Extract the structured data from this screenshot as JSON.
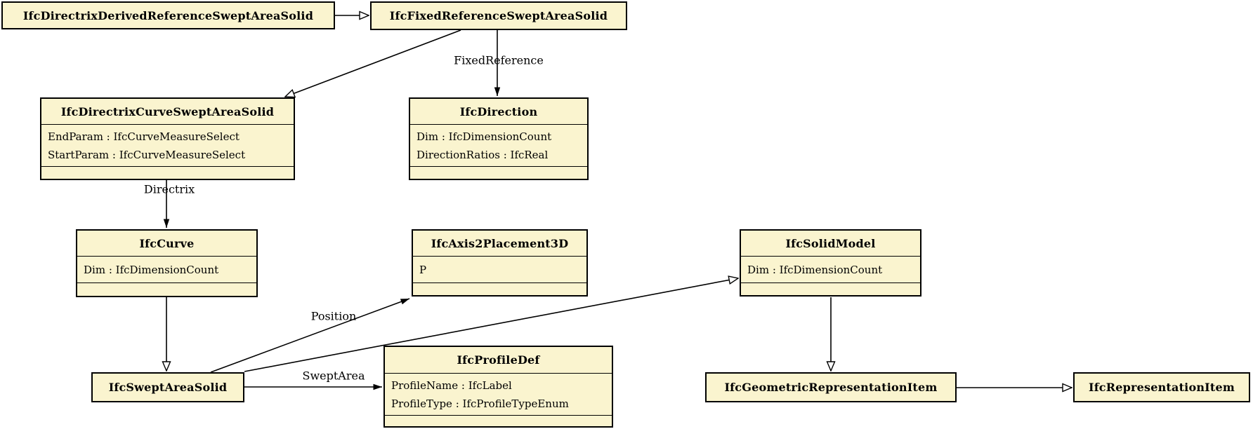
{
  "diagram_type": "UML class diagram (IFC entity inheritance and associations)",
  "colors": {
    "box_fill": "#FAF4CF",
    "box_border": "#000000",
    "line": "#000000",
    "text": "#000000",
    "background": "#FFFFFF"
  },
  "classes": {
    "directrix_derived": {
      "name": "IfcDirectrixDerivedReferenceSweptAreaSolid",
      "attributes": []
    },
    "fixed_reference": {
      "name": "IfcFixedReferenceSweptAreaSolid",
      "attributes": []
    },
    "directrix_curve": {
      "name": "IfcDirectrixCurveSweptAreaSolid",
      "attributes": [
        "EndParam : IfcCurveMeasureSelect",
        "StartParam : IfcCurveMeasureSelect"
      ]
    },
    "direction": {
      "name": "IfcDirection",
      "attributes": [
        "Dim : IfcDimensionCount",
        "DirectionRatios : IfcReal"
      ]
    },
    "curve": {
      "name": "IfcCurve",
      "attributes": [
        "Dim : IfcDimensionCount"
      ]
    },
    "axis2placement3d": {
      "name": "IfcAxis2Placement3D",
      "attributes": [
        "P"
      ]
    },
    "solid_model": {
      "name": "IfcSolidModel",
      "attributes": [
        "Dim : IfcDimensionCount"
      ]
    },
    "swept_area_solid": {
      "name": "IfcSweptAreaSolid",
      "attributes": []
    },
    "profile_def": {
      "name": "IfcProfileDef",
      "attributes": [
        "ProfileName : IfcLabel",
        "ProfileType : IfcProfileTypeEnum"
      ]
    },
    "geometric_representation_item": {
      "name": "IfcGeometricRepresentationItem",
      "attributes": []
    },
    "representation_item": {
      "name": "IfcRepresentationItem",
      "attributes": []
    }
  },
  "edges": [
    {
      "from": "IfcDirectrixDerivedReferenceSweptAreaSolid",
      "to": "IfcFixedReferenceSweptAreaSolid",
      "type": "inheritance",
      "label": ""
    },
    {
      "from": "IfcFixedReferenceSweptAreaSolid",
      "to": "IfcDirectrixCurveSweptAreaSolid",
      "type": "inheritance",
      "label": ""
    },
    {
      "from": "IfcFixedReferenceSweptAreaSolid",
      "to": "IfcDirection",
      "type": "association",
      "label": "FixedReference"
    },
    {
      "from": "IfcDirectrixCurveSweptAreaSolid",
      "to": "IfcCurve",
      "type": "association",
      "label": "Directrix"
    },
    {
      "from": "IfcDirectrixCurveSweptAreaSolid",
      "to": "IfcSweptAreaSolid",
      "type": "inheritance",
      "label": ""
    },
    {
      "from": "IfcSweptAreaSolid",
      "to": "IfcAxis2Placement3D",
      "type": "association",
      "label": "Position"
    },
    {
      "from": "IfcSweptAreaSolid",
      "to": "IfcSolidModel",
      "type": "inheritance",
      "label": ""
    },
    {
      "from": "IfcSweptAreaSolid",
      "to": "IfcProfileDef",
      "type": "association",
      "label": "SweptArea"
    },
    {
      "from": "IfcSolidModel",
      "to": "IfcGeometricRepresentationItem",
      "type": "inheritance",
      "label": ""
    },
    {
      "from": "IfcGeometricRepresentationItem",
      "to": "IfcRepresentationItem",
      "type": "inheritance",
      "label": ""
    }
  ]
}
